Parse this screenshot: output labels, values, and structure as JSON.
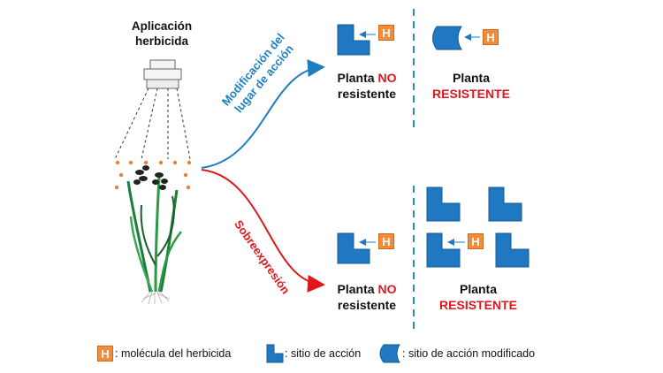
{
  "colors": {
    "site_blue": "#1f78c1",
    "herbicide_orange": "#f28c3a",
    "mod_arrow_blue": "#1d7fc1",
    "over_arrow_red": "#e0161e"
  },
  "title": {
    "line1": "Aplicación",
    "line2": "herbicida"
  },
  "pathways": {
    "top": {
      "line1": "Modificación del",
      "line2": "lugar de acción"
    },
    "bottom": {
      "label": "Sobreexpresión"
    }
  },
  "top": {
    "non_resistant": {
      "planta": "Planta",
      "no": "NO",
      "resistente": "resistente"
    },
    "resistant": {
      "planta": "Planta",
      "resistente": "RESISTENTE"
    }
  },
  "bottom": {
    "non_resistant": {
      "planta": "Planta",
      "no": "NO",
      "resistente": "resistente"
    },
    "resistant": {
      "planta": "Planta",
      "resistente": "RESISTENTE"
    }
  },
  "herbicide_letter": "H",
  "legend": {
    "herbicide": ": molécula del herbicida",
    "site": ": sitio de acción",
    "modified_site": ": sitio de acción modificado"
  },
  "icons": [
    "sprayer-icon",
    "rice-plant-icon",
    "action-site-icon",
    "modified-action-site-icon",
    "herbicide-molecule-icon"
  ]
}
